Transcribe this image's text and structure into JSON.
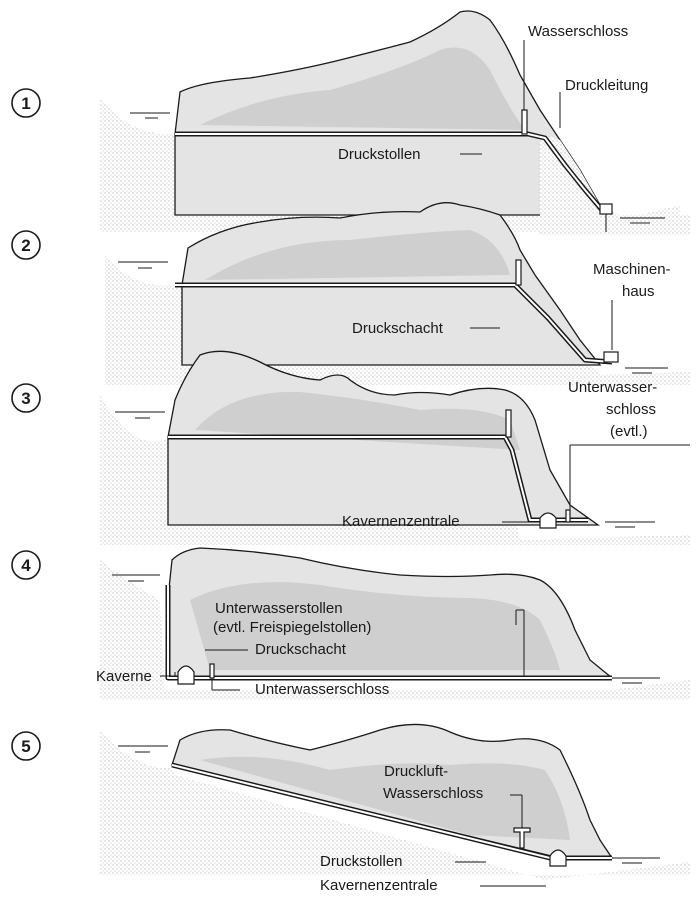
{
  "scheme_numbers": [
    "1",
    "2",
    "3",
    "4",
    "5"
  ],
  "labels": {
    "s1_wasserschloss": "Wasserschloss",
    "s1_druckleitung": "Druckleitung",
    "s1_druckstollen": "Druckstollen",
    "s2_maschinenhaus_1": "Maschinen-",
    "s2_maschinenhaus_2": "haus",
    "s2_druckschacht": "Druckschacht",
    "s3_unterwasserschloss_1": "Unterwasser-",
    "s3_unterwasserschloss_2": "schloss",
    "s3_evtl": "(evtl.)",
    "s3_kavernenzentrale": "Kavernenzentrale",
    "s4_unterwasserstollen_1": "Unterwasserstollen",
    "s4_unterwasserstollen_2": "(evtl. Freispiegelstollen)",
    "s4_druckschacht": "Druckschacht",
    "s4_kaverne": "Kaverne",
    "s4_unterwasserschloss": "Unterwasserschloss",
    "s5_druckluft_1": "Druckluft-",
    "s5_druckluft_2": "Wasserschloss",
    "s5_druckstollen": "Druckstollen",
    "s5_kavernenzentrale": "Kavernenzentrale"
  }
}
